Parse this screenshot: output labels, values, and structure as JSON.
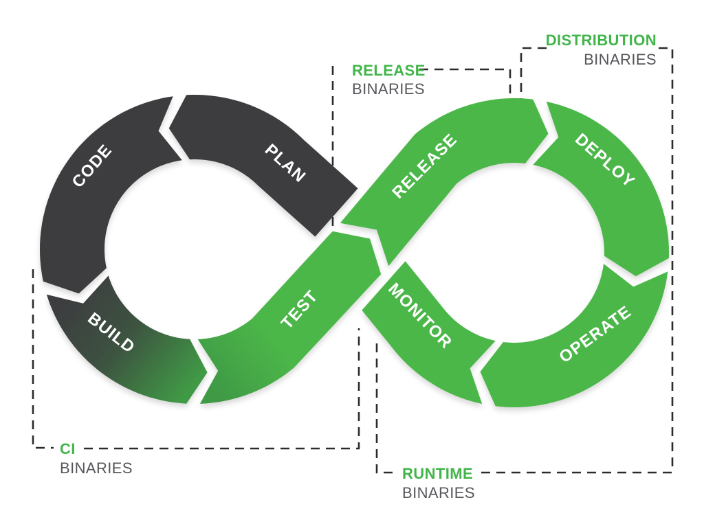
{
  "diagram": {
    "stages": {
      "plan": "PLAN",
      "code": "CODE",
      "build": "BUILD",
      "test": "TEST",
      "release": "RELEASE",
      "deploy": "DEPLOY",
      "operate": "OPERATE",
      "monitor": "MONITOR"
    },
    "annotations": {
      "release_binaries": {
        "title": "RELEASE",
        "subtitle": "BINARIES"
      },
      "distribution_binaries": {
        "title": "DISTRIBUTION",
        "subtitle": "BINARIES"
      },
      "ci_binaries": {
        "title": "CI",
        "subtitle": "BINARIES"
      },
      "runtime_binaries": {
        "title": "RUNTIME",
        "subtitle": "BINARIES"
      }
    },
    "colors": {
      "green": "#4cb748",
      "dark": "#3e3e40",
      "accent_text_green": "#41b549",
      "muted_text_gray": "#55565a",
      "dash": "#2b2b2b"
    }
  }
}
